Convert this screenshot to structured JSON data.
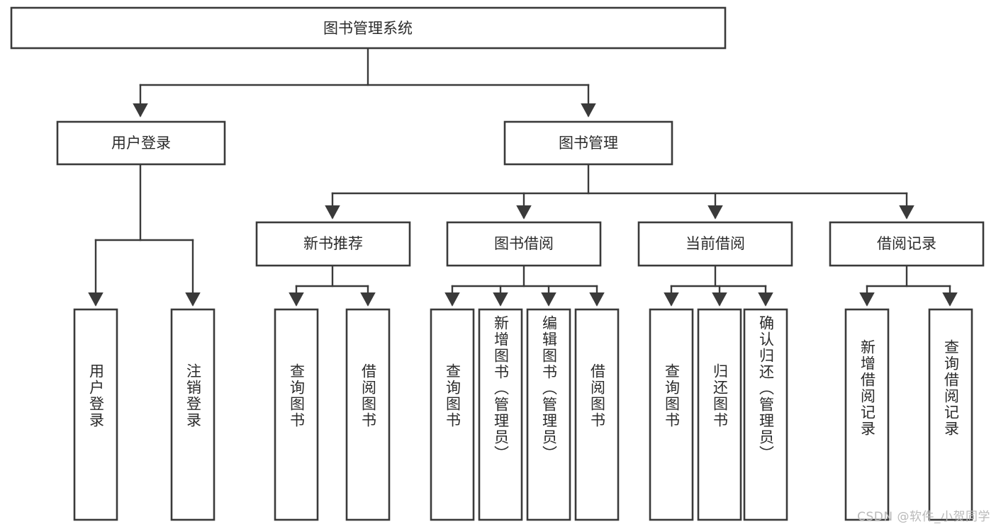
{
  "diagram": {
    "type": "tree",
    "title": "图书管理系统",
    "watermark": "CSDN @软件_小贺同学",
    "colors": {
      "box_stroke": "#3a3a3a",
      "box_fill": "#ffffff",
      "text": "#2b2b2b",
      "background": "#ffffff",
      "watermark": "#b9b9b9"
    },
    "root": {
      "label": "图书管理系统",
      "level": 0
    },
    "level1": [
      {
        "label": "用户登录"
      },
      {
        "label": "图书管理"
      }
    ],
    "level2": [
      {
        "label": "新书推荐",
        "parent": "图书管理"
      },
      {
        "label": "图书借阅",
        "parent": "图书管理"
      },
      {
        "label": "当前借阅",
        "parent": "图书管理"
      },
      {
        "label": "借阅记录",
        "parent": "图书管理"
      }
    ],
    "leaves": {
      "user_login": [
        {
          "label": "用户登录"
        },
        {
          "label": "注销登录"
        }
      ],
      "new_book_recommend": [
        {
          "label": "查询图书"
        },
        {
          "label": "借阅图书"
        }
      ],
      "book_borrow": [
        {
          "label": "查询图书"
        },
        {
          "label": "新增图书（管理员）"
        },
        {
          "label": "编辑图书（管理员）"
        },
        {
          "label": "借阅图书"
        }
      ],
      "current_borrow": [
        {
          "label": "查询图书"
        },
        {
          "label": "归还图书"
        },
        {
          "label": "确认归还（管理员）"
        }
      ],
      "borrow_records": [
        {
          "label": "新增借阅记录"
        },
        {
          "label": "查询借阅记录"
        }
      ]
    }
  }
}
